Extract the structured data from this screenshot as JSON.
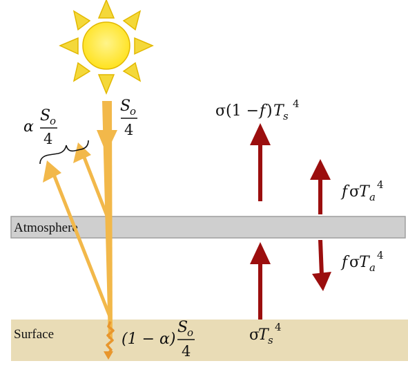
{
  "layers": {
    "atmosphere_label": "Atmosphere",
    "surface_label": "Surface"
  },
  "labels": {
    "incoming": {
      "sym": "S",
      "sub": "o",
      "den": "4"
    },
    "reflected": {
      "alpha": "α",
      "sym": "S",
      "sub": "o",
      "den": "4"
    },
    "absorbed": {
      "prefix": "(1 − α)",
      "sym": "S",
      "sub": "o",
      "den": "4"
    },
    "escape": {
      "pre": "σ(1 − ",
      "f": "f",
      "mid": ")",
      "T": "T",
      "sub": "s",
      "sup": "4"
    },
    "surface_emit": {
      "sigma": "σ",
      "T": "T",
      "sub": "s",
      "sup": "4"
    },
    "atm_up": {
      "f": "f",
      "sigma": "σ",
      "T": "T",
      "sub": "a",
      "sup": "4"
    },
    "atm_down": {
      "f": "f",
      "sigma": "σ",
      "T": "T",
      "sub": "a",
      "sup": "4"
    }
  },
  "colors": {
    "sun_fill": "#ffea3a",
    "sun_rays": "#f4d83a",
    "shortwave": "#f2b84a",
    "longwave": "#9b0e0e",
    "atmosphere": "#cfcfcf",
    "surface": "#e9dcb6",
    "absorbed_wiggle": "#e8962d"
  }
}
